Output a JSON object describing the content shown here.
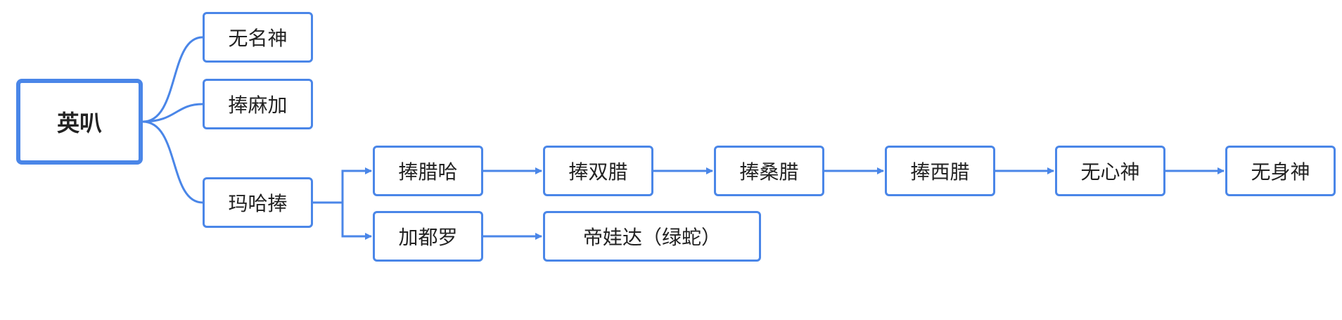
{
  "diagram": {
    "root": {
      "label": "英叭"
    },
    "children": {
      "wumingshen": {
        "label": "无名神"
      },
      "bangmajia": {
        "label": "捧麻加"
      },
      "mahabang": {
        "label": "玛哈捧"
      }
    },
    "mahabang_branch": {
      "bangqiha": {
        "label": "捧腊哈"
      },
      "jiaduluo": {
        "label": "加都罗"
      }
    },
    "chain": {
      "bangshuangla": {
        "label": "捧双腊"
      },
      "bangsangla": {
        "label": "捧桑腊"
      },
      "bangxila": {
        "label": "捧西腊"
      },
      "wuxinshen": {
        "label": "无心神"
      },
      "wushenshen": {
        "label": "无身神"
      }
    },
    "jiaduluo_child": {
      "diwada": {
        "label": "帝娃达（绿蛇）"
      }
    }
  },
  "colors": {
    "accent": "#4a86e8",
    "text": "#222222",
    "background": "#ffffff"
  }
}
